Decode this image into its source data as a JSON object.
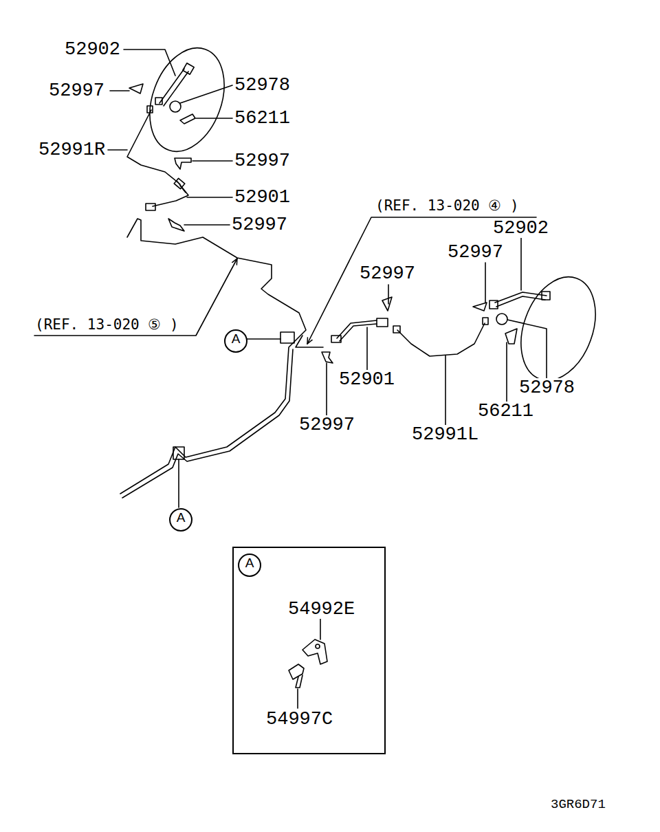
{
  "diagram": {
    "nodes": [
      {
        "text": [
          "A"
        ]
      },
      {
        "text": [
          "A"
        ]
      },
      {
        "text": [
          "54992E",
          "54997C"
        ]
      },
      {
        "text": [
          "A"
        ],
        "in": 2
      }
    ],
    "labels": [
      "52902",
      "52997",
      "52978",
      "56211",
      "52991R",
      "52997",
      "52901",
      "52997",
      "(REF. 13-020 ⑤ )",
      "(REF. 13-020 ④ )",
      "52902",
      "52997",
      "52997",
      "52901",
      "52997",
      "52991L",
      "52978",
      "56211",
      "3GR6D71"
    ]
  }
}
